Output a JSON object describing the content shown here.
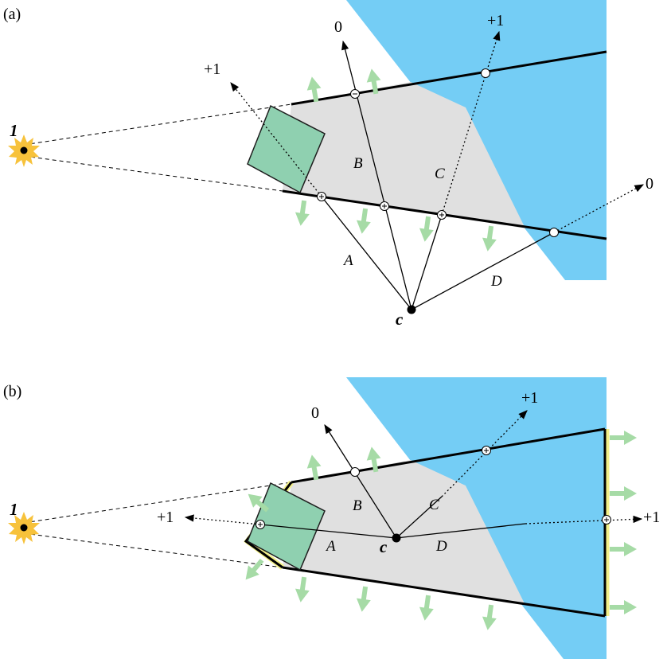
{
  "panels": [
    {
      "label": "(a)",
      "light_label": "1",
      "camera_label": "c",
      "segments": [
        "A",
        "B",
        "C",
        "D"
      ],
      "ray_values": {
        "A": "+1",
        "B": "0",
        "C": "+1",
        "D": "0"
      }
    },
    {
      "label": "(b)",
      "light_label": "1",
      "camera_label": "c",
      "segments": [
        "A",
        "B",
        "C",
        "D"
      ],
      "ray_values": {
        "A": "+1",
        "B": "0",
        "C": "+1",
        "D": "+1"
      }
    }
  ],
  "colors": {
    "shadow_volume": "#e0e0e0",
    "occluder": "#8fd0b0",
    "occluder_stroke": "#1e1e1e",
    "blue_region": "#74cdf5",
    "light": "#f7c23b",
    "normal_arrows": "#a6dba6",
    "capping_highlight": "#f3f08a"
  }
}
